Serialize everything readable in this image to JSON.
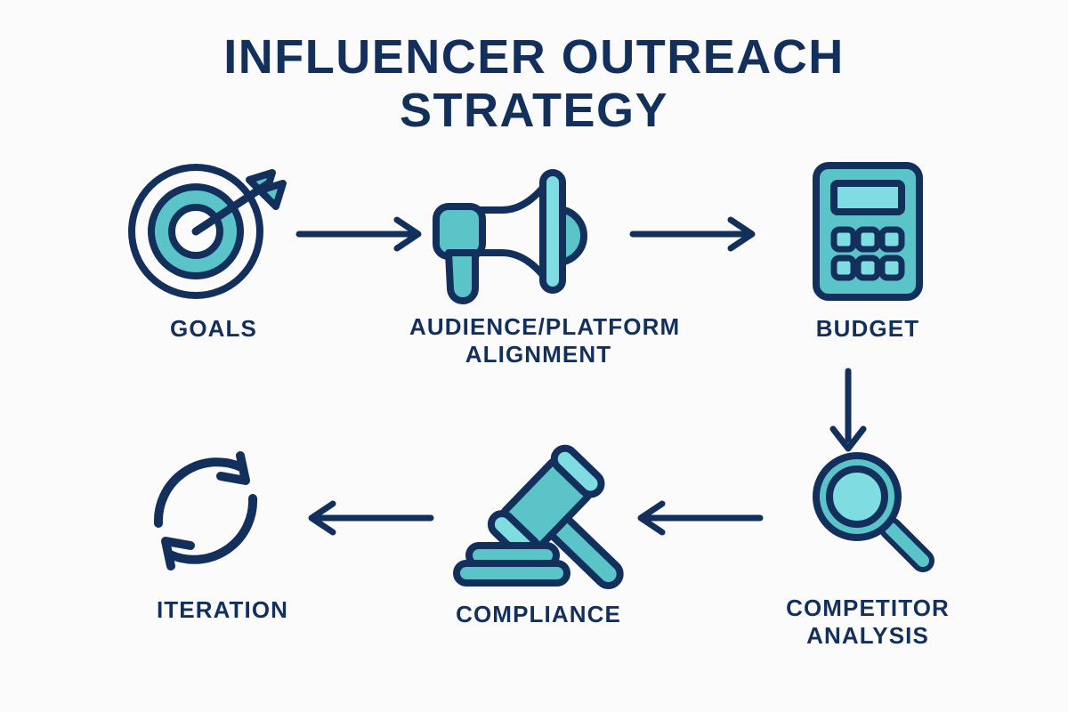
{
  "page": {
    "background_color": "#fbfbfc",
    "navy": "#13305c",
    "teal": "#5bc4c8",
    "teal_light": "#7fdce0"
  },
  "title": {
    "line1": "INFLUENCER OUTREACH",
    "line2": "STRATEGY",
    "color": "#13305c"
  },
  "steps": [
    {
      "id": "goals",
      "label": "GOALS",
      "icon": "target-icon"
    },
    {
      "id": "audience",
      "label": "AUDIENCE/PLATFORM\nALIGNMENT",
      "icon": "megaphone-icon"
    },
    {
      "id": "budget",
      "label": "BUDGET",
      "icon": "calculator-icon"
    },
    {
      "id": "competitor",
      "label": "COMPETITOR\nANALYSIS",
      "icon": "magnifying-glass-icon"
    },
    {
      "id": "compliance",
      "label": "COMPLIANCE",
      "icon": "gavel-icon"
    },
    {
      "id": "iteration",
      "label": "ITERATION",
      "icon": "refresh-cycle-icon"
    }
  ],
  "arrows": [
    {
      "id": "arrow-goals-to-audience",
      "direction": "right",
      "icon": "arrow-right-icon"
    },
    {
      "id": "arrow-audience-to-budget",
      "direction": "right",
      "icon": "arrow-right-icon"
    },
    {
      "id": "arrow-budget-to-competitor",
      "direction": "down",
      "icon": "arrow-down-icon"
    },
    {
      "id": "arrow-competitor-to-compliance",
      "direction": "left",
      "icon": "arrow-left-icon"
    },
    {
      "id": "arrow-compliance-to-iteration",
      "direction": "left",
      "icon": "arrow-left-icon"
    }
  ]
}
